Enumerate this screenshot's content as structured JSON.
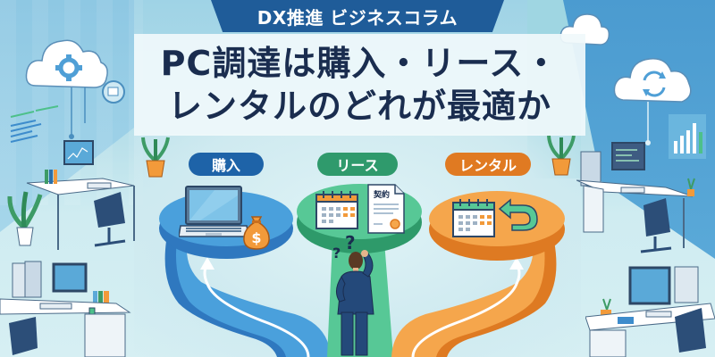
{
  "header": {
    "banner_label": "DX推進 ビジネスコラム",
    "title_line1": "PC調達は購入・リース・",
    "title_line2": "レンタルのどれが最適か"
  },
  "options": [
    {
      "id": "buy",
      "label": "購入",
      "color": "#1e63a8",
      "platform_color": "#4aa0dc",
      "icons": [
        "laptop-icon",
        "money-bag-icon"
      ]
    },
    {
      "id": "lease",
      "label": "リース",
      "color": "#2f9a6c",
      "platform_color": "#57c896",
      "icons": [
        "calendar-icon",
        "contract-icon"
      ]
    },
    {
      "id": "rental",
      "label": "レンタル",
      "color": "#e07a22",
      "platform_color": "#f5a64c",
      "icons": [
        "calendar-icon",
        "return-arrow-icon"
      ]
    }
  ],
  "lease_document": {
    "text": "契約"
  },
  "money_symbol": "$",
  "question_marks": [
    "?",
    "?"
  ],
  "colors": {
    "banner": "#1f5c99",
    "title_text": "#1a2d4f",
    "background": "#cfeaf0"
  }
}
